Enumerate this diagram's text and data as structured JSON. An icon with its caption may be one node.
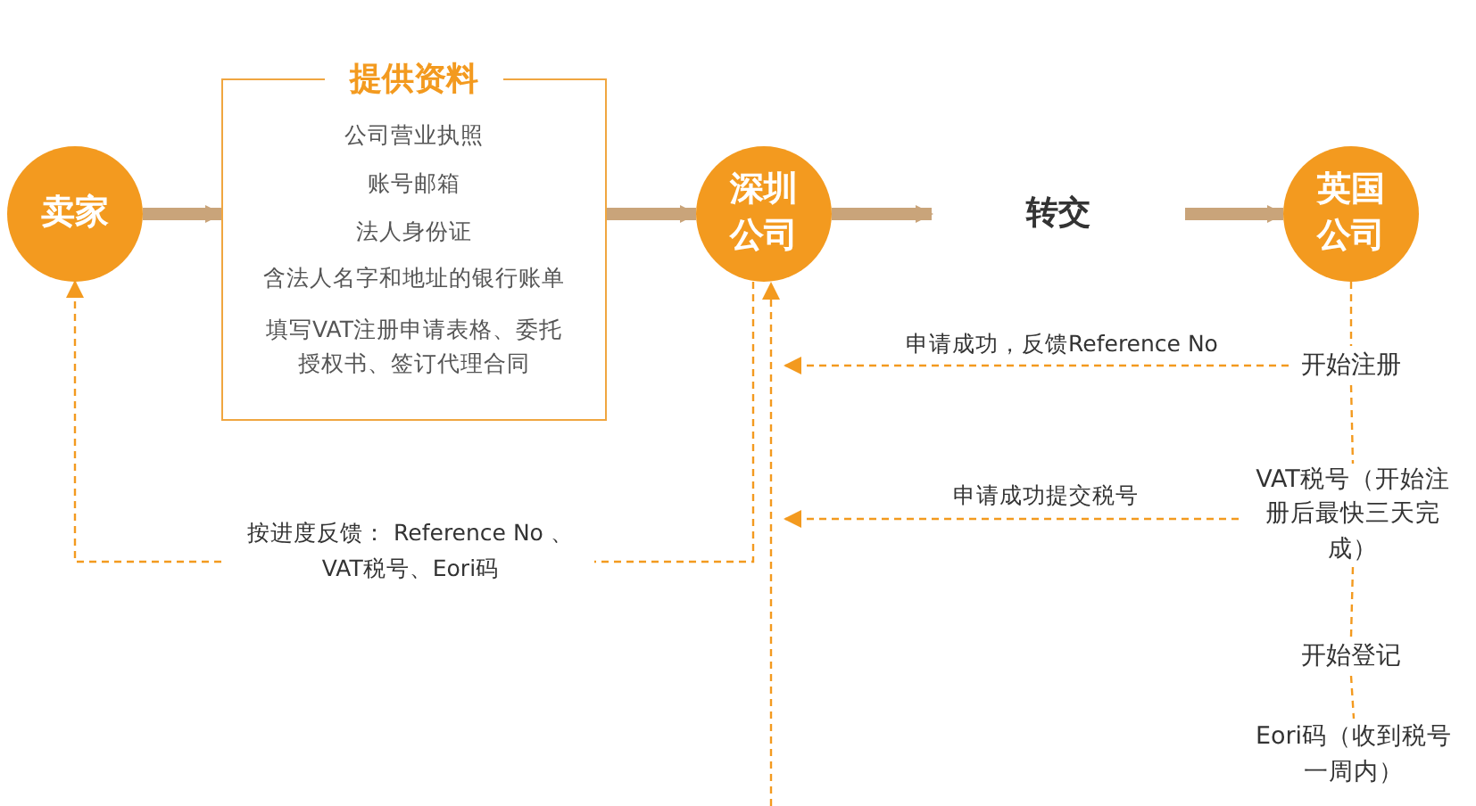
{
  "diagram": {
    "nodes": [
      {
        "text": [
          "卖家"
        ]
      },
      {
        "text": [
          "提供资料",
          "公司营业执照",
          "账号邮箱",
          "法人身份证",
          "含法人名字和地址的银行账单",
          "填写VAT注册申请表格、委托授权书、签订代理合同"
        ]
      },
      {
        "text": [
          "深圳公司"
        ]
      },
      {
        "text": [
          "转交"
        ]
      },
      {
        "text": [
          "英国公司"
        ]
      },
      {
        "text": [
          "开始注册"
        ]
      },
      {
        "text": [
          "VAT税号（开始注册后最快三天完成）"
        ]
      },
      {
        "text": [
          "开始登记"
        ]
      },
      {
        "text": [
          "Eori码（收到税号一周内）"
        ]
      }
    ],
    "edges": [
      {
        "from": 0,
        "to": 1,
        "arrow": "to",
        "style": "thick",
        "color": "#c9a47a"
      },
      {
        "from": 1,
        "to": 2,
        "arrow": "to",
        "style": "thick",
        "color": "#c9a47a"
      },
      {
        "from": 2,
        "to": 3,
        "arrow": "to",
        "style": "thick",
        "color": "#c9a47a"
      },
      {
        "from": 3,
        "to": 4,
        "arrow": "to",
        "style": "thick",
        "color": "#c9a47a"
      },
      {
        "from": 4,
        "to": 5,
        "arrow": "none",
        "style": "dashed"
      },
      {
        "from": 5,
        "to": 6,
        "arrow": "none",
        "style": "dashed"
      },
      {
        "from": 6,
        "to": 7,
        "arrow": "none",
        "style": "dashed"
      },
      {
        "from": 7,
        "to": 8,
        "arrow": "none",
        "style": "dashed"
      },
      {
        "from": 5,
        "to": null,
        "arrow": "to",
        "style": "dashed",
        "label": "申请成功，反馈Reference No"
      },
      {
        "from": 6,
        "to": null,
        "arrow": "to",
        "style": "dashed",
        "label": "申请成功提交税号"
      },
      {
        "from": 2,
        "to": 0,
        "arrow": "to",
        "style": "dashed",
        "label": "按进度反馈： Reference No 、VAT税号、Eori码"
      },
      {
        "from": null,
        "to": 2,
        "arrow": "to",
        "style": "dashed"
      }
    ]
  }
}
